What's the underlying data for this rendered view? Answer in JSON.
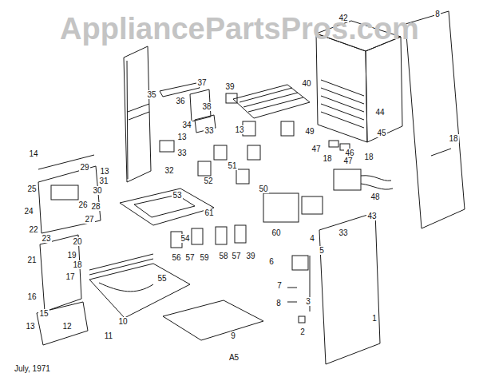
{
  "diagram": {
    "labels": [
      "AppliancePartsPros.com",
      "8",
      "42",
      "37",
      "39",
      "40",
      "35",
      "36",
      "38",
      "44",
      "34",
      "33",
      "13",
      "49",
      "45",
      "18",
      "13",
      "47",
      "46",
      "18",
      "18",
      "47",
      "33",
      "14",
      "51",
      "29",
      "32",
      "13",
      "52",
      "31",
      "48",
      "50",
      "25",
      "30",
      "26",
      "53",
      "28",
      "61",
      "24",
      "43",
      "27",
      "22",
      "23",
      "33",
      "60",
      "4",
      "54",
      "20",
      "5",
      "19",
      "56",
      "57",
      "59",
      "58",
      "57",
      "39",
      "21",
      "6",
      "18",
      "17",
      "55",
      "7",
      "16",
      "3",
      "8",
      "15",
      "1",
      "10",
      "13",
      "12",
      "2",
      "9",
      "11",
      "A5",
      "July, 1971"
    ]
  }
}
